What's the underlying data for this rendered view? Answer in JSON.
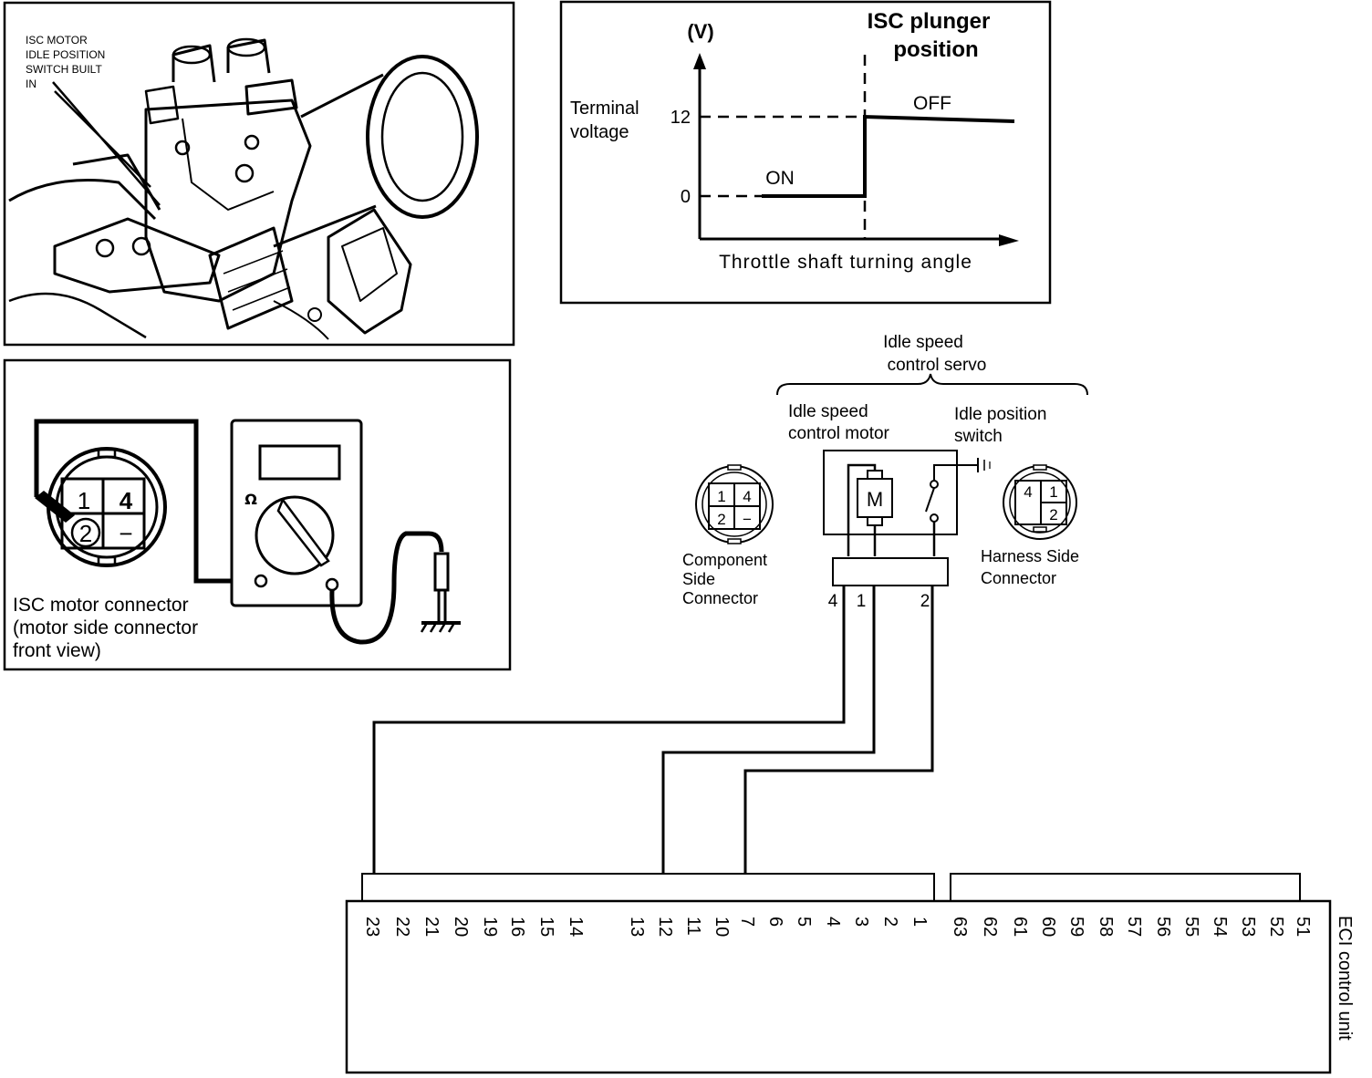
{
  "isc_photo": {
    "label_lines": [
      "ISC MOTOR",
      "IDLE POSITION",
      "SWITCH BUILT",
      "IN"
    ]
  },
  "meter_test": {
    "connector_pins": [
      "1",
      "4",
      "2",
      "−"
    ],
    "ohm_symbol": "Ω",
    "caption_lines": [
      "ISC motor connector",
      "(motor side connector",
      "front view)"
    ]
  },
  "voltage_chart": {
    "y_unit": "(V)",
    "title_lines": [
      "ISC plunger",
      "position"
    ],
    "ylabel_lines": [
      "Terminal",
      "voltage"
    ],
    "y_ticks": [
      "12",
      "0"
    ],
    "on_label": "ON",
    "off_label": "OFF",
    "xlabel": "Throttle shaft turning angle"
  },
  "chart_data": {
    "type": "line",
    "title": "ISC plunger position",
    "xlabel": "Throttle shaft turning angle",
    "ylabel": "Terminal voltage (V)",
    "y_ticks": [
      0,
      12
    ],
    "series": [
      {
        "name": "ON",
        "y": 0
      },
      {
        "name": "OFF",
        "y": 12
      }
    ]
  },
  "wiring": {
    "servo_label_lines": [
      "Idle speed",
      "control servo"
    ],
    "motor_label_lines": [
      "Idle speed",
      "control motor"
    ],
    "switch_label_lines": [
      "Idle position",
      "switch"
    ],
    "motor_symbol": "M",
    "component_connector": {
      "pins": [
        "1",
        "4",
        "2",
        "−"
      ],
      "label_lines": [
        "Component",
        "Side",
        "Connector"
      ]
    },
    "harness_connector": {
      "pins": [
        "4",
        "1",
        "2"
      ],
      "label_lines": [
        "Harness Side",
        "Connector"
      ]
    },
    "terminal_labels": [
      "4",
      "1",
      "2"
    ],
    "ecu_label": "ECI control unit",
    "ecu_pins_left": [
      "23",
      "22",
      "21",
      "20",
      "19",
      "16",
      "15",
      "14",
      "13",
      "12",
      "11",
      "10",
      "7",
      "6",
      "5",
      "4",
      "3",
      "2",
      "1"
    ],
    "ecu_pins_right": [
      "63",
      "62",
      "61",
      "60",
      "59",
      "58",
      "57",
      "56",
      "55",
      "54",
      "53",
      "52",
      "51"
    ]
  }
}
